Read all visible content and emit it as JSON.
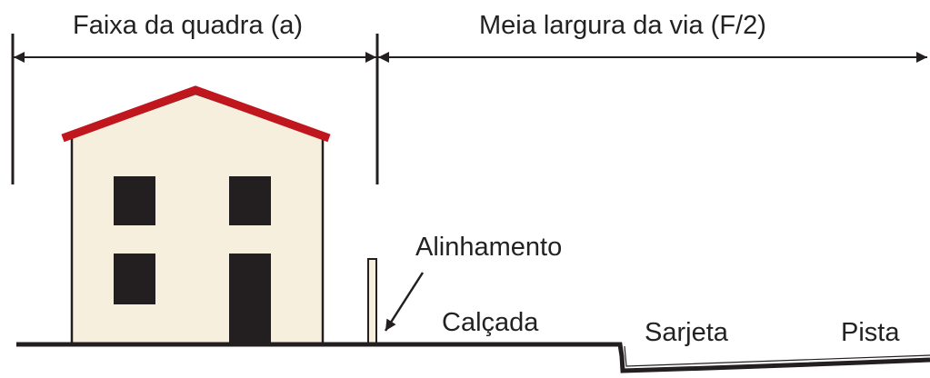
{
  "labels": {
    "lot_strip": "Faixa da quadra (a)",
    "half_road_width": "Meia largura da via (F/2)",
    "alignment": "Alinhamento",
    "sidewalk": "Calçada",
    "gutter": "Sarjeta",
    "lane": "Pista"
  },
  "colors": {
    "roof": "#C0161E",
    "wall": "#F7EFDD",
    "window": "#231F20",
    "line": "#231F20"
  },
  "icons": {
    "arrowhead": "triangle-arrowhead"
  }
}
